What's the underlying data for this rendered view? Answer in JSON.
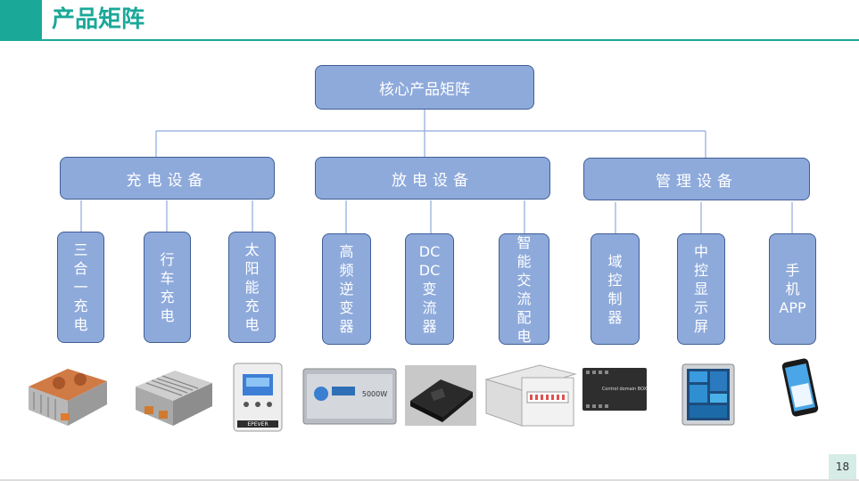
{
  "header": {
    "title": "产品矩阵"
  },
  "root": {
    "label": "核心产品矩阵"
  },
  "categories": [
    {
      "label": "充电设备"
    },
    {
      "label": "放电设备"
    },
    {
      "label": "管理设备"
    }
  ],
  "leaves": [
    {
      "label": "三\n合\n一\n充\n电"
    },
    {
      "label": "行\n车\n充\n电"
    },
    {
      "label": "太\n阳\n能\n充\n电"
    },
    {
      "label": "高\n频\n逆\n变\n器"
    },
    {
      "label": "DC\nDC\n变\n流\n器"
    },
    {
      "label": "智\n能\n交\n流\n配\n电"
    },
    {
      "label": "域\n控\n制\n器"
    },
    {
      "label": "中\n控\n显\n示\n屏"
    },
    {
      "label": "手\n机\nAPP"
    }
  ],
  "products": [
    {
      "icon": "three-in-one-charger-image"
    },
    {
      "icon": "vehicle-charger-image"
    },
    {
      "icon": "solar-charge-controller-image",
      "label": "EPEVER"
    },
    {
      "icon": "inverter-image",
      "label": "5000W"
    },
    {
      "icon": "dc-dc-converter-image"
    },
    {
      "icon": "ac-distribution-box-image"
    },
    {
      "icon": "domain-controller-image",
      "label": "Control domain BOX"
    },
    {
      "icon": "control-display-image"
    },
    {
      "icon": "phone-app-image"
    }
  ],
  "footer": {
    "page_number": "18"
  },
  "colors": {
    "accent": "#1aa899",
    "box_fill": "#8eaadb",
    "box_border": "#3f5e95"
  }
}
